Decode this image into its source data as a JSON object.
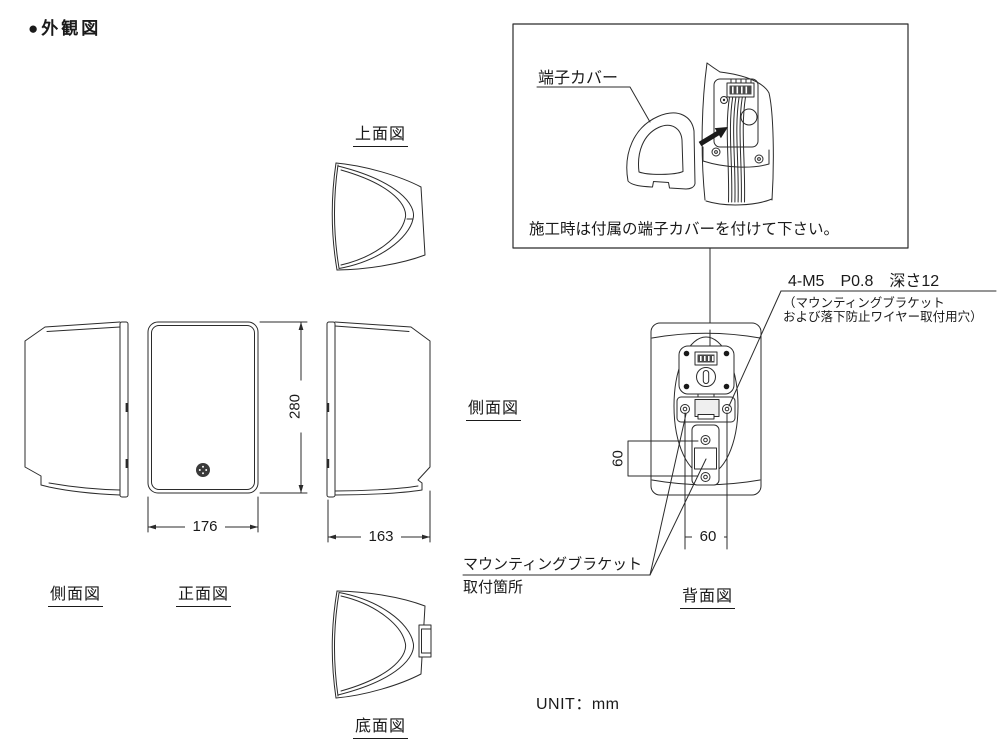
{
  "title": "●外観図",
  "unit": "UNIT：mm",
  "labels": {
    "top_view": "上面図",
    "side_view_left": "側面図",
    "front_view": "正面図",
    "side_view_right": "側面図",
    "bottom_view": "底面図",
    "rear_view": "背面図"
  },
  "dimensions": {
    "height": "280",
    "width": "176",
    "depth": "163",
    "hole_pitch_vertical": "60",
    "hole_pitch_horizontal": "60"
  },
  "inset": {
    "callout": "端子カバー",
    "note": "施工時は付属の端子カバーを付けて下さい。"
  },
  "annotations": {
    "screw_spec": "4-M5　P0.8　深さ12",
    "screw_note_line1": "（マウンティングブラケット",
    "screw_note_line2": "および落下防止ワイヤー取付用穴）",
    "bracket_label_line1": "マウンティングブラケット",
    "bracket_label_line2": "取付箇所"
  },
  "colors": {
    "line": "#2b2b2b",
    "background": "#ffffff"
  }
}
